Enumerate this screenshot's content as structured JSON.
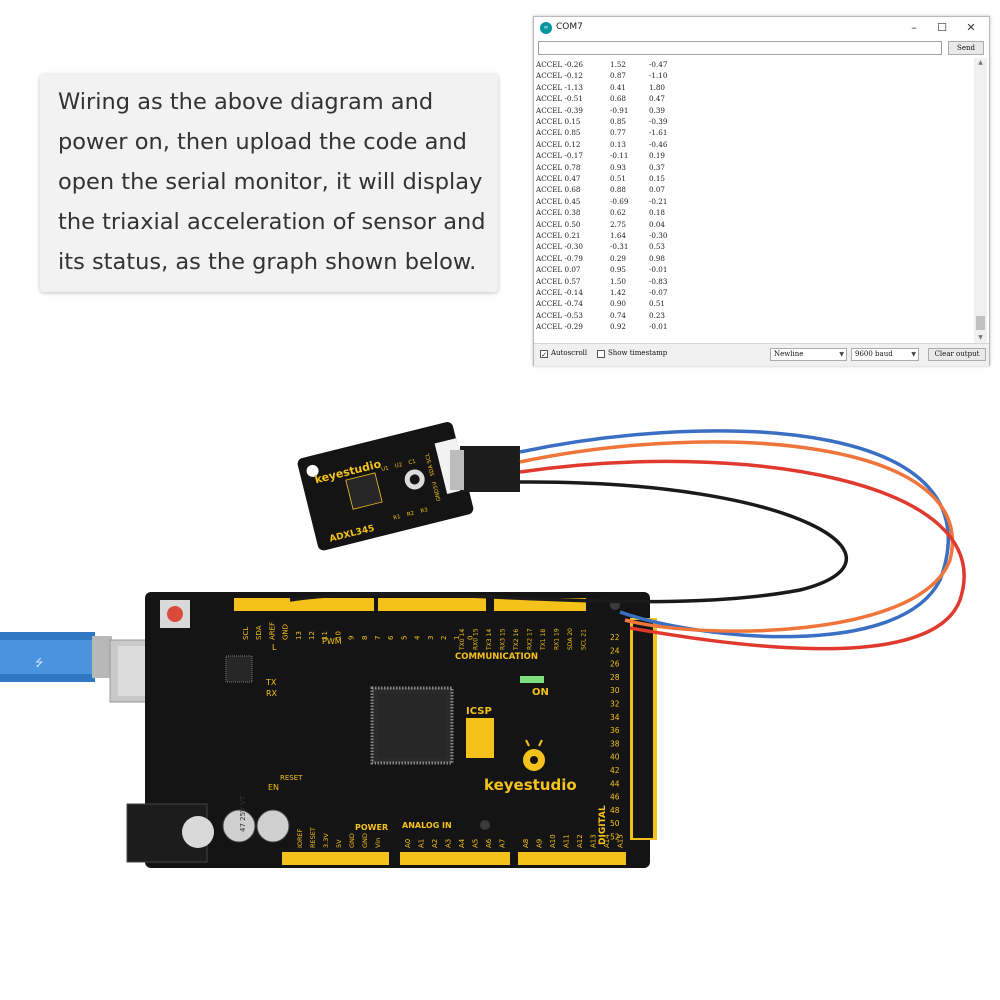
{
  "caption": {
    "lines": [
      "Wiring as the above diagram and",
      "power on, then upload the code and",
      "open the serial monitor, it will display",
      "the triaxial acceleration of sensor and",
      "its status, as the graph shown below."
    ]
  },
  "serial_monitor": {
    "title": "COM7",
    "send_label": "Send",
    "input_value": "",
    "rows": [
      [
        "ACCEL -0.26",
        "1.52",
        "-0.47"
      ],
      [
        "ACCEL -0.12",
        "0.87",
        "-1.10"
      ],
      [
        "ACCEL -1.13",
        "0.41",
        "1.80"
      ],
      [
        "ACCEL -0.51",
        "0.68",
        "0.47"
      ],
      [
        "ACCEL -0.39",
        "-0.91",
        "0.39"
      ],
      [
        "ACCEL 0.15",
        "0.85",
        "-0.39"
      ],
      [
        "ACCEL 0.85",
        "0.77",
        "-1.61"
      ],
      [
        "ACCEL 0.12",
        "0.13",
        "-0.46"
      ],
      [
        "ACCEL -0.17",
        "-0.11",
        "0.19"
      ],
      [
        "ACCEL 0.78",
        "0.93",
        "0.37"
      ],
      [
        "ACCEL 0.47",
        "0.51",
        "0.15"
      ],
      [
        "ACCEL 0.68",
        "0.88",
        "0.07"
      ],
      [
        "ACCEL 0.45",
        "-0.69",
        "-0.21"
      ],
      [
        "ACCEL 0.38",
        "0.62",
        "0.18"
      ],
      [
        "ACCEL 0.50",
        "2.75",
        "0.04"
      ],
      [
        "ACCEL 0.21",
        "1.64",
        "-0.30"
      ],
      [
        "ACCEL -0.30",
        "-0.31",
        "0.53"
      ],
      [
        "ACCEL -0.79",
        "0.29",
        "0.98"
      ],
      [
        "ACCEL 0.07",
        "0.95",
        "-0.01"
      ],
      [
        "ACCEL 0.57",
        "1.50",
        "-0.83"
      ],
      [
        "ACCEL -0.14",
        "1.42",
        "-0.07"
      ],
      [
        "ACCEL -0.74",
        "0.90",
        "0.51"
      ],
      [
        "ACCEL -0.53",
        "0.74",
        "0.23"
      ],
      [
        "ACCEL -0.29",
        "0.92",
        "-0.01"
      ]
    ],
    "autoscroll_label": "Autoscroll",
    "autoscroll_checked": true,
    "timestamp_label": "Show timestamp",
    "timestamp_checked": false,
    "line_ending": "Newline",
    "baud": "9600 baud",
    "clear_label": "Clear output",
    "window_buttons": {
      "minimize": "–",
      "maximize": "☐",
      "close": "✕"
    },
    "app_icon": "arduino-icon"
  },
  "sensor_module": {
    "brand": "keyestudio",
    "chip": "ADXL345",
    "pins": [
      "GND",
      "5V",
      "SDA",
      "SCL"
    ],
    "labels": [
      "U1",
      "U2",
      "C1",
      "R1",
      "R2",
      "R3"
    ]
  },
  "board": {
    "brand": "keyestudio",
    "labels": {
      "communication": "COMMUNICATION",
      "on": "ON",
      "icsp": "ICSP",
      "power": "POWER",
      "analog_in": "ANALOG IN",
      "digital": "DIGITAL",
      "pwm": "PWM",
      "reset": "RESET",
      "tx": "TX",
      "rx": "RX",
      "en": "EN",
      "l": "L"
    },
    "top_pins": [
      "SCL",
      "SDA",
      "AREF",
      "GND",
      "13",
      "12",
      "11",
      "10",
      "9",
      "8",
      "7",
      "6",
      "5",
      "4",
      "3",
      "2",
      "1",
      "0"
    ],
    "comm_pins": [
      "TX0 14",
      "RX0 15",
      "TX3 14",
      "RX3 15",
      "TX2 16",
      "RX2 17",
      "TX1 18",
      "RX1 19",
      "SDA 20",
      "SCL 21"
    ],
    "power_pins": [
      "IOREF",
      "RESET",
      "3.3V",
      "5V",
      "GND",
      "GND",
      "Vin"
    ],
    "analog_pins": [
      "A0",
      "A1",
      "A2",
      "A3",
      "A4",
      "A5",
      "A6",
      "A7"
    ],
    "analog_pins2": [
      "A8",
      "A9",
      "A10",
      "A11",
      "A12",
      "A13",
      "A14",
      "A15"
    ],
    "digital_pins": [
      "22",
      "24",
      "26",
      "28",
      "30",
      "32",
      "34",
      "36",
      "38",
      "40",
      "42",
      "44",
      "46",
      "48",
      "50",
      "52"
    ],
    "cap_label": "47 25V VT"
  },
  "wires": {
    "colors": {
      "blue": "#3a6fc4",
      "orange": "#f0753a",
      "red": "#e03a2e",
      "black": "#1a1a1a"
    }
  },
  "colors": {
    "board": "#141414",
    "header": "#f4c21a",
    "silk": "#f4c21a",
    "usb": "#2f78c4"
  }
}
